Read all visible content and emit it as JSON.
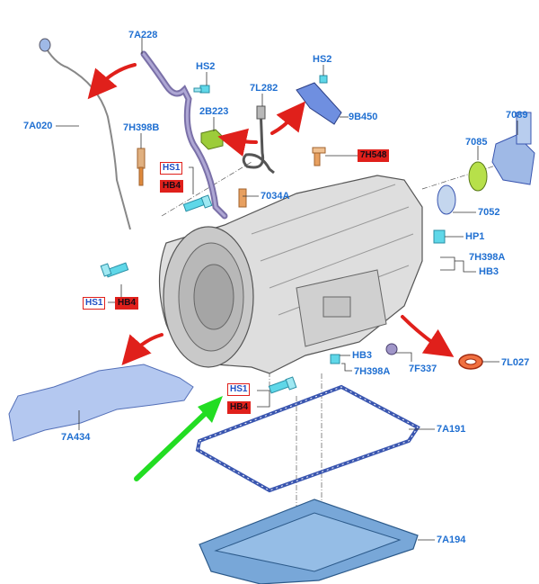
{
  "labels": {
    "a7228": "7A228",
    "hs2_top": "HS2",
    "hs2_right": "HS2",
    "a7020": "7A020",
    "l7282": "7L282",
    "b2223": "2B223",
    "b9450": "9B450",
    "h7398b": "7H398B",
    "a7034": "7034A",
    "n7089": "7089",
    "n7085": "7085",
    "n7052": "7052",
    "hp1": "HP1",
    "h7398a_r": "7H398A",
    "hb3_r": "HB3",
    "hb3_b": "HB3",
    "h7398a_b": "7H398A",
    "f7337": "7F337",
    "l7027": "7L027",
    "a7434": "7A434",
    "a7191": "7A191",
    "a7194": "7A194"
  },
  "boxes": {
    "hs1_a": "HS1",
    "hb4_a": "HB4",
    "hs1_b": "HS1",
    "hb4_b": "HB4",
    "hs1_c": "HS1",
    "hb4_c": "HB4",
    "sensor_tag": "7H548"
  },
  "colors": {
    "label": "#1f6fd1",
    "callout_red": "#e0201b",
    "pointer_green": "#22dd22",
    "part_gray": "#d9d9d9",
    "part_blue": "#9fb9e6",
    "gasket_blue": "#3a56b0"
  }
}
